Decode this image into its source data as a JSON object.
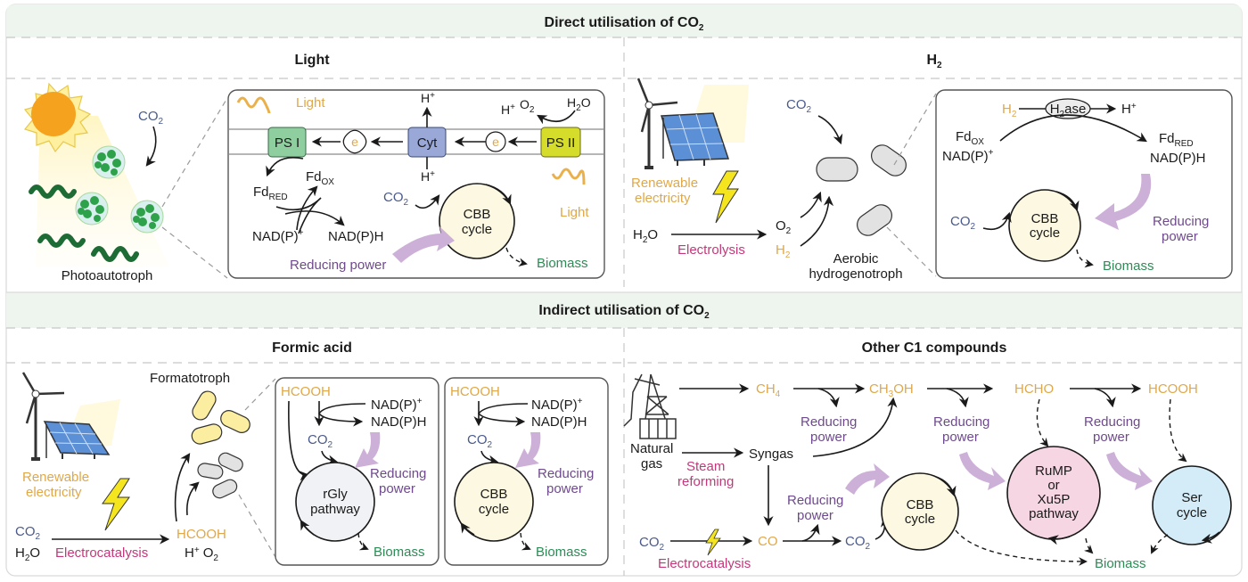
{
  "sections": {
    "direct": {
      "title": "Direct utilisation of CO",
      "title_sub": "2"
    },
    "indirect": {
      "title": "Indirect utilisation of CO",
      "title_sub": "2"
    }
  },
  "panels": {
    "light": {
      "title": "Light",
      "organism": "Photoautotroph",
      "co2": "CO",
      "co2_sub": "2",
      "psi": "PS I",
      "psii": "PS II",
      "cyt": "Cyt",
      "electron": "e",
      "light_label": "Light",
      "h_plus": "H",
      "plus": "+",
      "o2": "O",
      "o2_sub": "2",
      "h2o_a": "H",
      "h2o_sub": "2",
      "h2o_b": "O",
      "fd_ox": "Fd",
      "fd_ox_sub": "OX",
      "fd_red": "Fd",
      "fd_red_sub": "RED",
      "nadp_plus": "NAD(P)",
      "nadph": "NAD(P)H",
      "cycle_line1": "CBB",
      "cycle_line2": "cycle",
      "reducing_power": "Reducing power",
      "biomass": "Biomass"
    },
    "h2": {
      "title": "H",
      "title_sub": "2",
      "renewable_line1": "Renewable",
      "renewable_line2": "electricity",
      "h2o": "H",
      "h2o_sub": "2",
      "h2o_b": "O",
      "electrolysis": "Electrolysis",
      "o2": "O",
      "o2_sub": "2",
      "h2": "H",
      "h2_sub": "2",
      "co2": "CO",
      "co2_sub": "2",
      "organism_line1": "Aerobic",
      "organism_line2": "hydrogenotroph",
      "h2ase": "H",
      "h2ase_sub": "2",
      "h2ase_b": "ase",
      "h_plus": "H",
      "plus": "+",
      "fd_ox": "Fd",
      "fd_ox_sub": "OX",
      "nadp_plus": "NAD(P)",
      "fd_red": "Fd",
      "fd_red_sub": "RED",
      "nadph": "NAD(P)H",
      "cycle_line1": "CBB",
      "cycle_line2": "cycle",
      "reducing_line1": "Reducing",
      "reducing_line2": "power",
      "biomass": "Biomass"
    },
    "formic": {
      "title": "Formic acid",
      "organism": "Formatotroph",
      "renewable_line1": "Renewable",
      "renewable_line2": "electricity",
      "co2": "CO",
      "co2_sub": "2",
      "h2o": "H",
      "h2o_sub": "2",
      "h2o_b": "O",
      "electrocatalysis": "Electrocatalysis",
      "hcooh": "HCOOH",
      "h_plus": "H",
      "plus": "+",
      "o2": "O",
      "o2_sub": "2",
      "nadp_plus": "NAD(P)",
      "nadph": "NAD(P)H",
      "rgly_line1": "rGly",
      "rgly_line2": "pathway",
      "cbb_line1": "CBB",
      "cbb_line2": "cycle",
      "reducing_line1": "Reducing",
      "reducing_line2": "power",
      "biomass": "Biomass"
    },
    "c1": {
      "title": "Other C1 compounds",
      "natural_gas_line1": "Natural",
      "natural_gas_line2": "gas",
      "ch4": "CH",
      "ch4_sub": "4",
      "ch3oh_a": "CH",
      "ch3oh_sub": "3",
      "ch3oh_b": "OH",
      "hcho": "HCHO",
      "hcooh": "HCOOH",
      "syngas": "Syngas",
      "steam_line1": "Steam",
      "steam_line2": "reforming",
      "reducing_line1": "Reducing",
      "reducing_line2": "power",
      "co2": "CO",
      "co2_sub": "2",
      "co": "CO",
      "electrocatalysis": "Electrocatalysis",
      "cbb_line1": "CBB",
      "cbb_line2": "cycle",
      "rump_line1": "RuMP",
      "rump_line2": "or",
      "rump_line3": "Xu5P",
      "rump_line4": "pathway",
      "ser_line1": "Ser",
      "ser_line2": "cycle",
      "biomass": "Biomass"
    }
  },
  "colors": {
    "section_header_bg": "#eef4ee",
    "co2": "#4a5a8a",
    "compound": "#e0a848",
    "reducing_power": "#6e4a8c",
    "biomass": "#2e8b57",
    "process": "#c2387a",
    "psi": "#8fcf9f",
    "psii": "#d6dc2a",
    "cyt": "#9aa8d8",
    "cbb_fill": "#fdf8e1",
    "rgly_fill": "#f1f2f5",
    "rump_fill": "#f7d6e3",
    "ser_fill": "#d4ecf8"
  }
}
